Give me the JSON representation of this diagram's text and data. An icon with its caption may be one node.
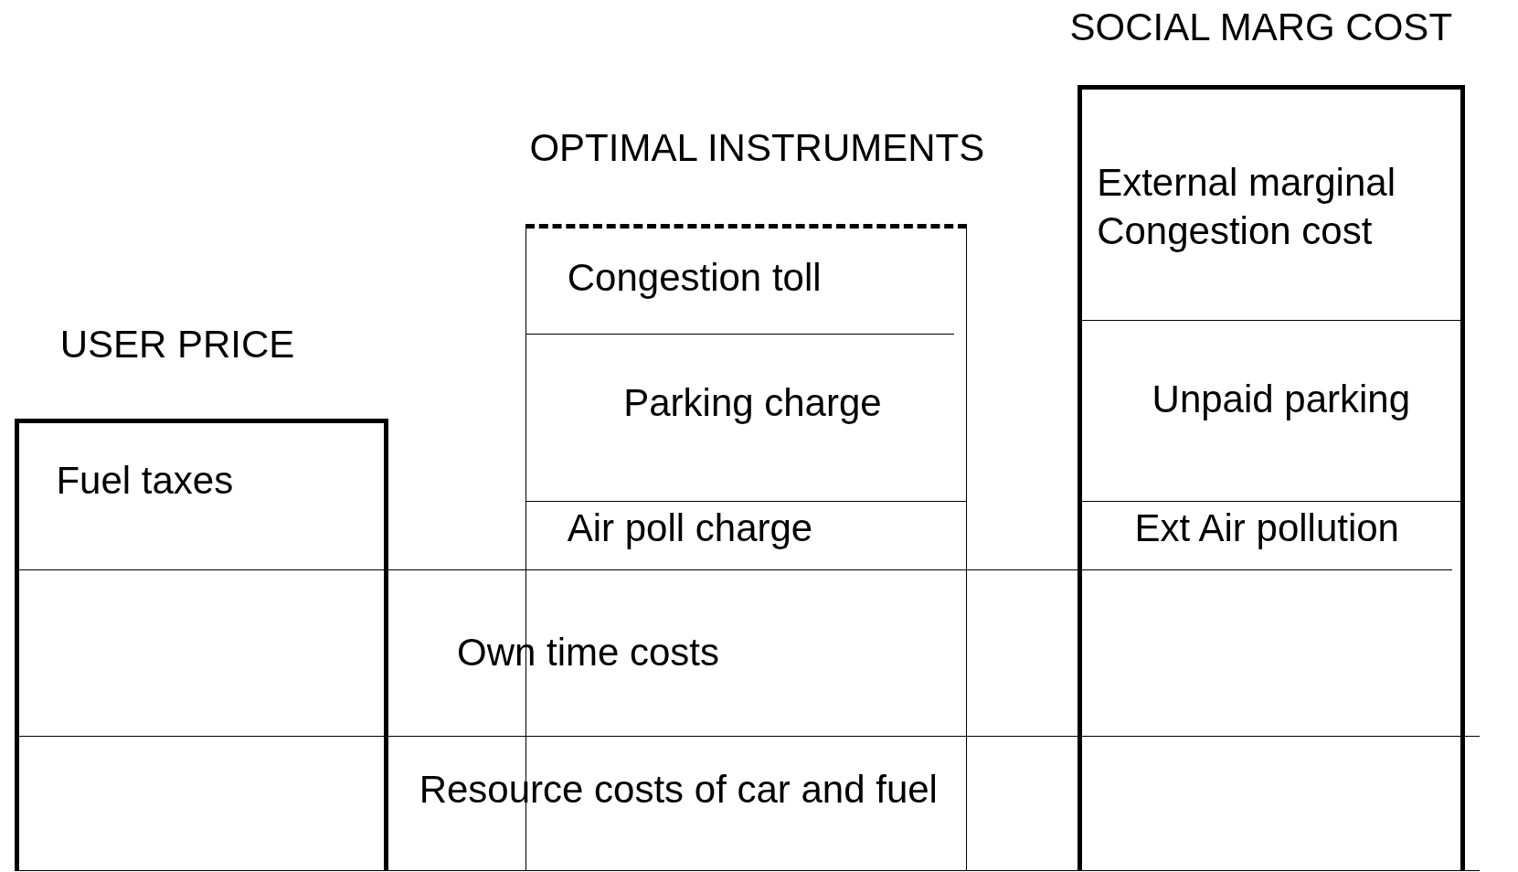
{
  "diagram": {
    "nodes": [
      {
        "text": [
          "USER PRICE"
        ]
      },
      {
        "text": [
          "Fuel taxes"
        ],
        "in": 0
      },
      {
        "text": [
          "OPTIMAL INSTRUMENTS"
        ]
      },
      {
        "text": [
          "Congestion toll"
        ],
        "in": 2
      },
      {
        "text": [
          "Parking charge"
        ],
        "in": 2
      },
      {
        "text": [
          "Air poll charge"
        ],
        "in": 2
      },
      {
        "text": [
          "SOCIAL MARG COST"
        ]
      },
      {
        "text": [
          "External marginal Congestion cost"
        ],
        "in": 6
      },
      {
        "text": [
          "Unpaid parking"
        ],
        "in": 6
      },
      {
        "text": [
          "Ext Air pollution"
        ],
        "in": 6
      },
      {
        "text": [
          "Own time costs"
        ]
      },
      {
        "text": [
          "Resource costs of car and fuel"
        ]
      }
    ],
    "edges": []
  }
}
